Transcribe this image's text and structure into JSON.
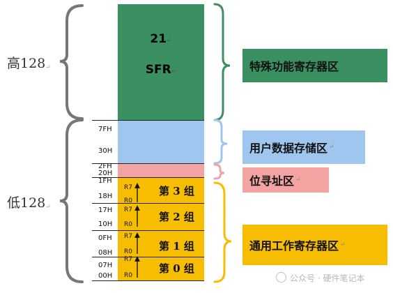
{
  "left_labels": {
    "high": "高128",
    "low": "低128"
  },
  "sfr": {
    "number": "21",
    "label": "SFR"
  },
  "address_labels": [
    "7FH",
    "30H",
    "2FH",
    "20H",
    "1FH",
    "18H",
    "17H",
    "10H",
    "0FH",
    "08H",
    "07H",
    "00H"
  ],
  "register_labels": {
    "top": "R7",
    "bottom": "R0"
  },
  "banks": [
    "第 3 组",
    "第 2 组",
    "第 1 组",
    "第 0 组"
  ],
  "region_labels": {
    "sfr": "特殊功能寄存器区",
    "user": "用户数据存储区",
    "bit": "位寻址区",
    "general": "通用工作寄存器区"
  },
  "colors": {
    "sfr": "#3a9060",
    "user": "#9ec6ef",
    "bit": "#f4a3a3",
    "general": "#f7bd00",
    "brace_left": "#777777",
    "brace_sfr": "#3a9060",
    "brace_user": "#9ec6ef",
    "brace_bit": "#f4a3a3",
    "brace_general": "#f7bd00"
  },
  "watermark": {
    "text": "公众号 · 硬件笔记本"
  }
}
